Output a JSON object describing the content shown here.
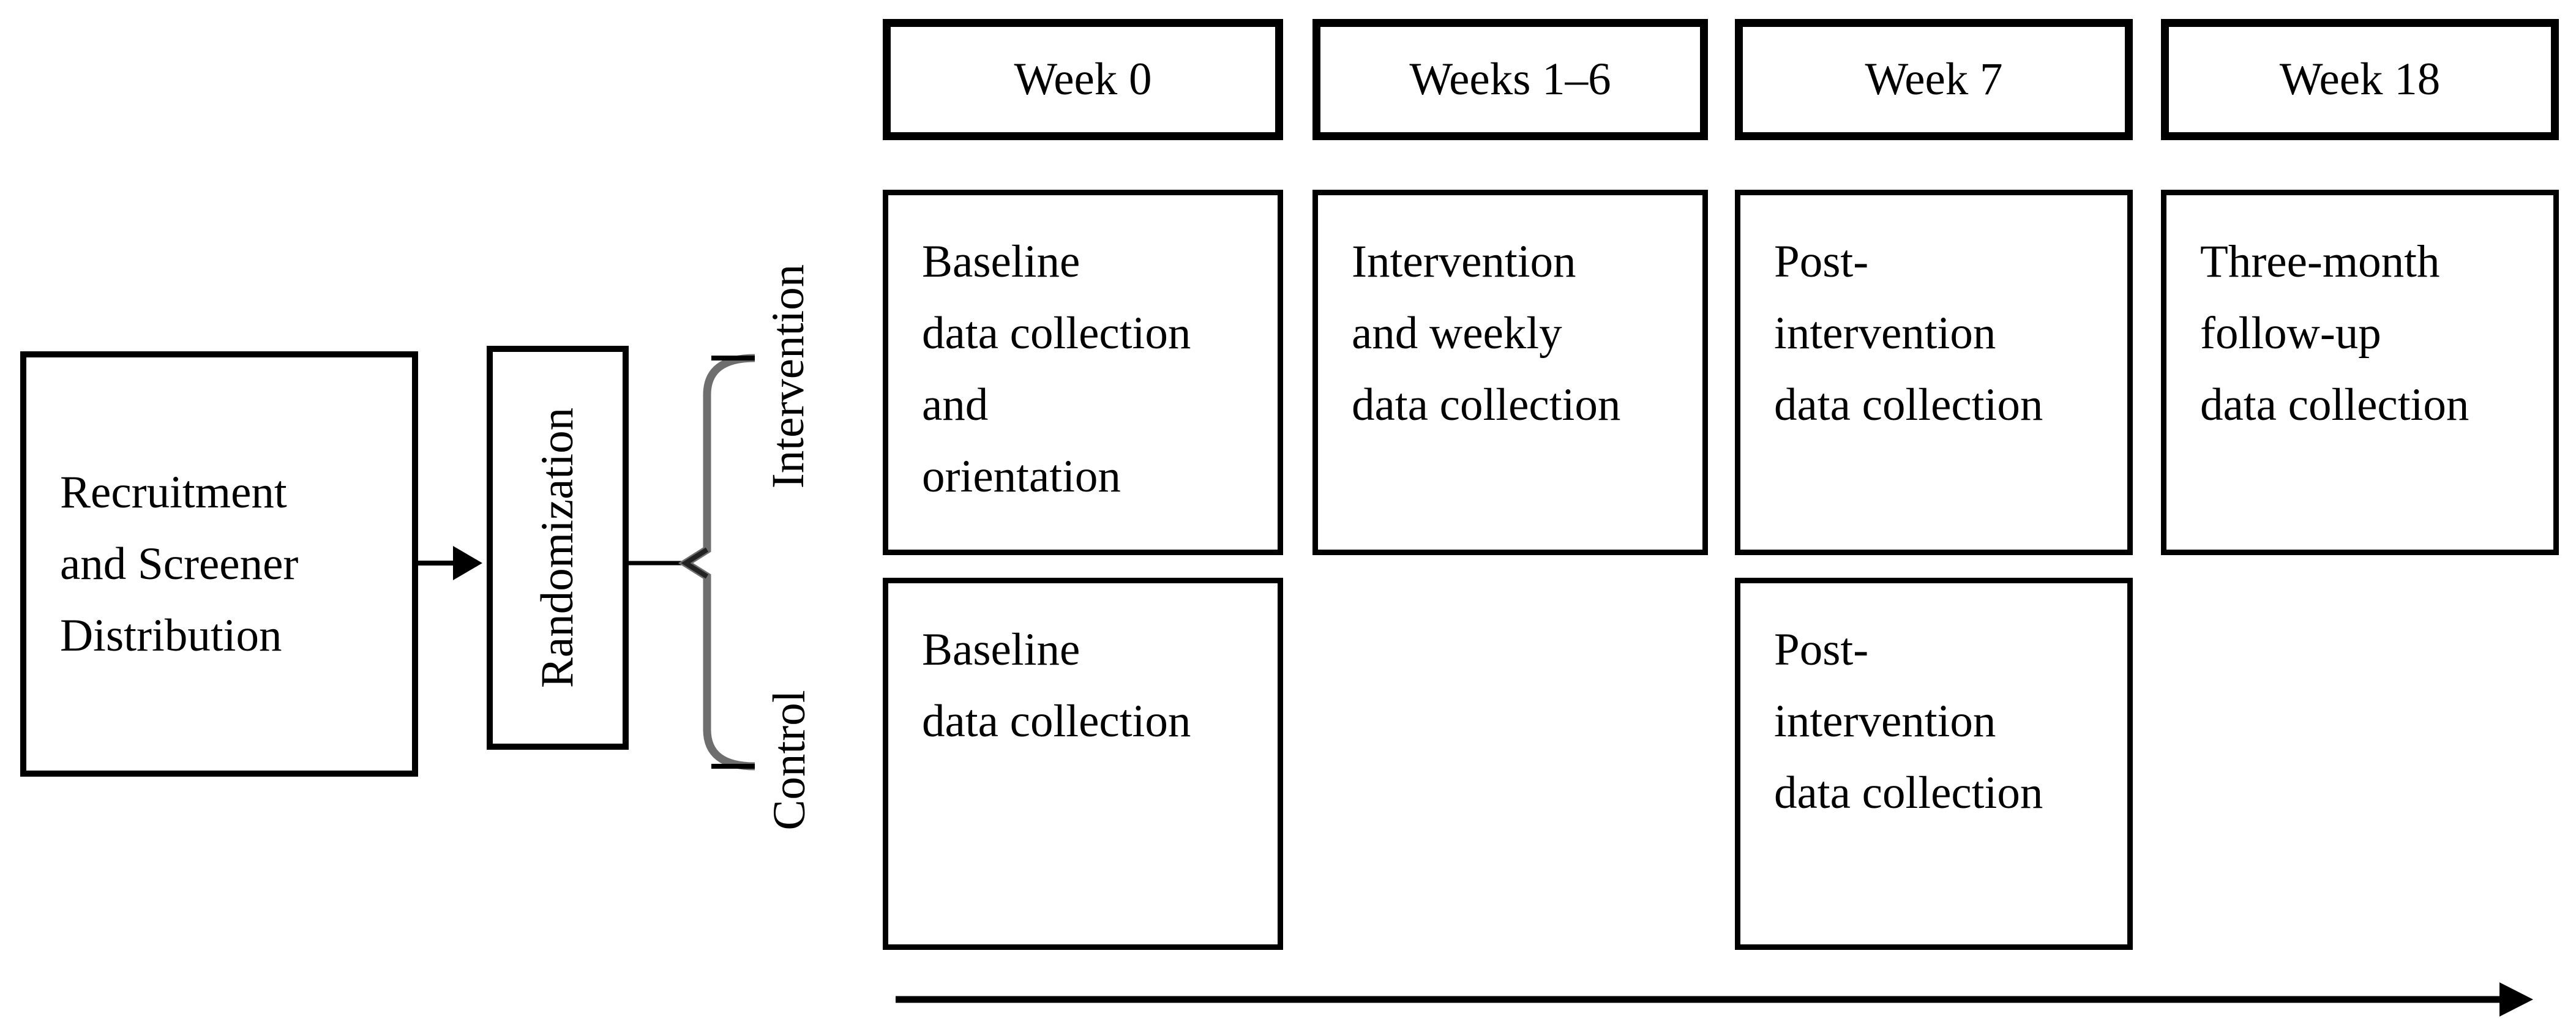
{
  "figure": {
    "background_color": "#ffffff",
    "line_color": "#000000",
    "brace_color": "#6e6e6e"
  },
  "left_flow": {
    "recruitment_box": {
      "lines": [
        "Recruitment",
        "and Screener",
        "Distribution"
      ]
    },
    "randomization_box": {
      "label": "Randomization"
    },
    "branch_labels": [
      {
        "label": "Intervention"
      },
      {
        "label": "Control"
      }
    ]
  },
  "timeline": {
    "columns": [
      {
        "header": "Week 0",
        "intervention": [
          "Baseline",
          "data collection",
          "and",
          "orientation"
        ],
        "control": [
          "Baseline",
          "data collection"
        ]
      },
      {
        "header": "Weeks 1–6",
        "intervention": [
          "Intervention",
          "and weekly",
          "data collection"
        ],
        "control": null
      },
      {
        "header": "Week 7",
        "intervention": [
          "Post-",
          "intervention",
          "data collection"
        ],
        "control": [
          "Post-",
          "intervention",
          "data collection"
        ]
      },
      {
        "header": "Week 18",
        "intervention": [
          "Three-month",
          "follow-up",
          "data collection"
        ],
        "control": null
      }
    ]
  }
}
